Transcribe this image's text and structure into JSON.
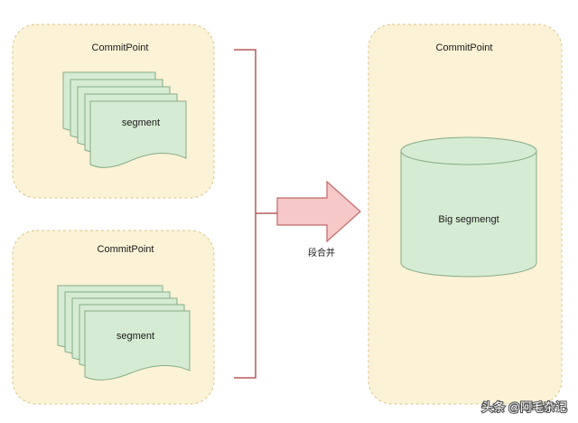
{
  "commit_point_top": {
    "title": "CommitPoint",
    "segment_label": "segment"
  },
  "commit_point_bottom": {
    "title": "CommitPoint",
    "segment_label": "segment"
  },
  "merge": {
    "label": "段合并"
  },
  "commit_point_result": {
    "title": "CommitPoint",
    "big_segment_label": "Big segmengt"
  },
  "watermark": {
    "text": "头条 @阿毛杂记"
  },
  "colors": {
    "box_fill": "#fcf2d6",
    "box_stroke": "#d9c48a",
    "segment_fill": "#d6ebd4",
    "segment_stroke": "#86ad86",
    "bracket": "#b55a5a",
    "arrow_fill": "#f6c8c8",
    "arrow_stroke": "#c46868",
    "cylinder_fill": "#d6ebd4",
    "cylinder_stroke": "#86ad86"
  }
}
